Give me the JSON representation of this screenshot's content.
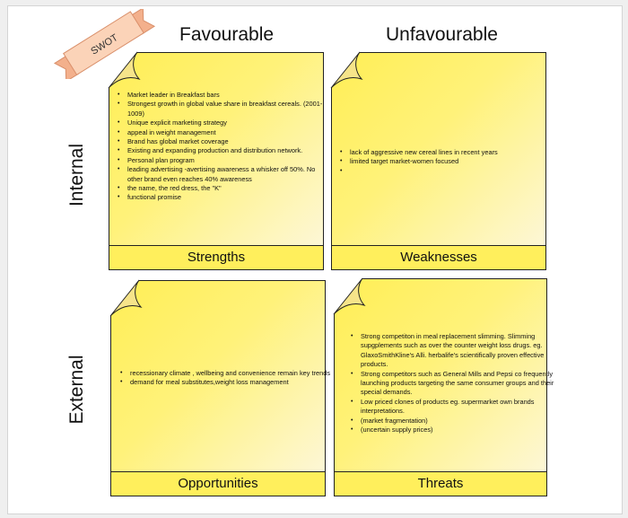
{
  "badge": {
    "text": "SWOT"
  },
  "columns": {
    "favourable": "Favourable",
    "unfavourable": "Unfavourable"
  },
  "rows": {
    "internal": "Internal",
    "external": "External"
  },
  "quadrants": {
    "strengths": {
      "label": "Strengths",
      "items": [
        "Market leader in Breakfast bars",
        "Strongest growth in global value share in breakfast cereals. (2001-1009)",
        "Unique explicit marketing strategy",
        "appeal in weight management",
        "Brand has global market coverage",
        "Existing and expanding production and distribution network.",
        "Personal plan program",
        "leading advertising -avertising awareness a whisker off 50%. No other brand even reaches 40% awareness",
        "the name, the red dress, the \"K\"",
        "functional promise"
      ]
    },
    "weaknesses": {
      "label": "Weaknesses",
      "items": [
        "lack of aggressive new cereal lines in recent years",
        "limited target market-women focused",
        ""
      ]
    },
    "opportunities": {
      "label": "Opportunities",
      "items": [
        "recessionary climate , wellbeing and convenience remain key trends",
        "demand for meal substitutes,weight loss management"
      ]
    },
    "threats": {
      "label": "Threats",
      "items": [
        " Strong competiton in meal replacement slimming. Slimming supgplements such as over the counter weight loss drugs. eg. GlaxoSmithKline's Alli. herbalife's scientifically proven effective products.",
        "Strong competitors such as General Mills and Pepsi co frequently launching products targeting the same consumer groups and their special demands.",
        "Low priced clones of products eg. supermarket own brands interpretations.",
        "(market fragmentation)",
        "(uncertain supply prices)"
      ]
    }
  },
  "colors": {
    "note_fill": "#ffee55",
    "label_fill": "#ffef5c",
    "ribbon_fill": "#f9c9a8",
    "border": "#222222"
  }
}
